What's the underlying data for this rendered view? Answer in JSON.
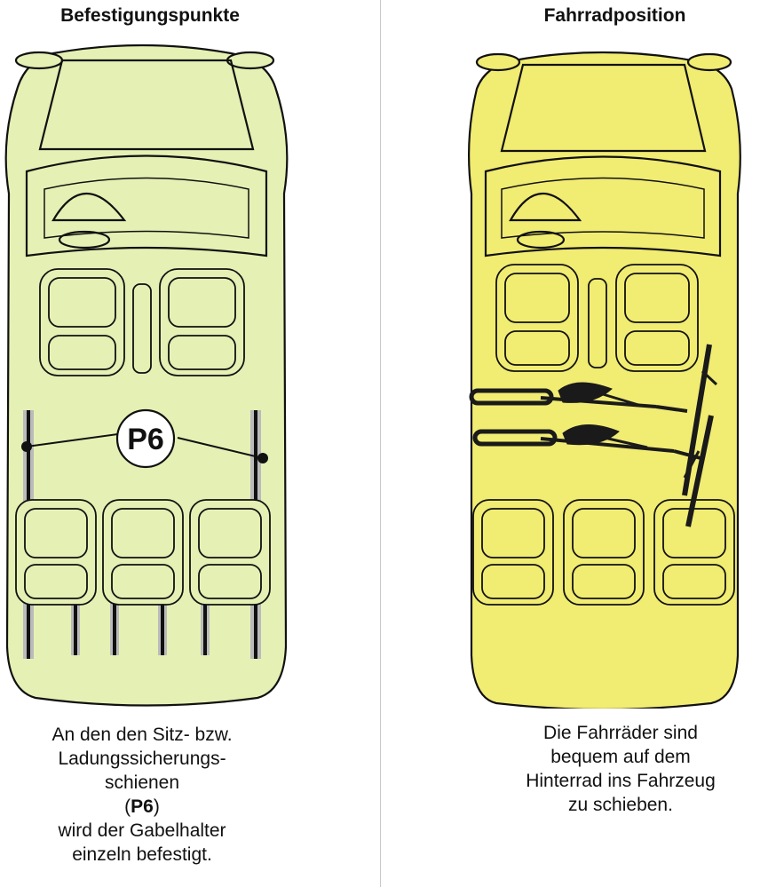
{
  "left": {
    "title": "Befestigungspunkte",
    "badge": "P6",
    "caption": {
      "line1": "An den den Sitz- bzw.",
      "line2": "Ladungssicherungs-",
      "line3": "schienen",
      "line4_open": "(",
      "line4_bold": "P6",
      "line4_close": ")",
      "line5": "wird der Gabelhalter",
      "line6": "einzeln befestigt."
    },
    "colors": {
      "body": "#e5f0b4",
      "stroke": "#111111",
      "rail": "#bbbbbb"
    }
  },
  "right": {
    "title": "Fahrradposition",
    "caption": {
      "line1": "Die Fahrräder sind",
      "line2": "bequem auf dem",
      "line3": "Hinterrad ins Fahrzeug",
      "line4": "zu schieben."
    },
    "colors": {
      "body": "#f1ec72",
      "stroke": "#111111",
      "bike": "#1a1a1a"
    }
  }
}
